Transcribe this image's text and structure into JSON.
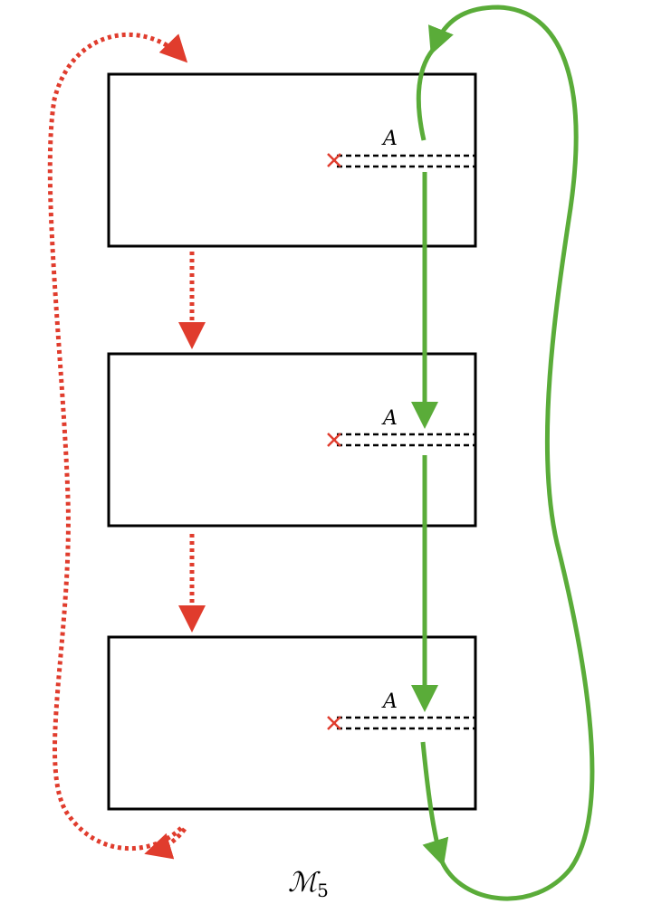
{
  "diagram": {
    "caption": {
      "symbol": "ℳ",
      "subscript": "5"
    },
    "boxes": [
      {
        "label": "A"
      },
      {
        "label": "A"
      },
      {
        "label": "A"
      }
    ],
    "colors": {
      "red": "#e03c2d",
      "green": "#5aac39",
      "box_stroke": "#000000"
    }
  }
}
